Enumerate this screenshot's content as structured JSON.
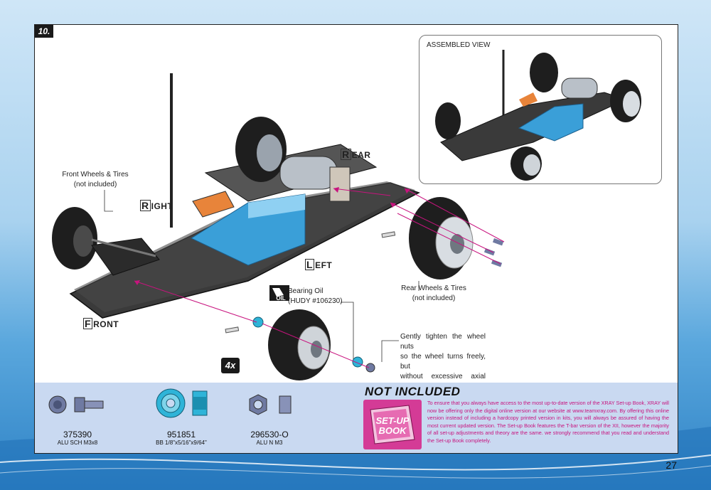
{
  "step": {
    "number": "10."
  },
  "labels": {
    "front_wheels": "Front Wheels & Tires",
    "front_wheels_note": "(not included)",
    "rear_wheels": "Rear Wheels & Tires",
    "rear_wheels_note": "(not included)",
    "bearing_oil": "Bearing Oil",
    "bearing_oil_ref": "(HUDY #106230)",
    "oil_badge": "OIL",
    "wheel_nut_note_1": "Gently tighten the wheel nuts",
    "wheel_nut_note_2": "so the wheel turns freely, but",
    "wheel_nut_note_3": "without excessive axial play.",
    "quantity": "4x"
  },
  "directions": {
    "rear_cap": "R",
    "rear_rest": "EAR",
    "right_cap": "R",
    "right_rest": "IGHT",
    "left_cap": "L",
    "left_rest": "EFT",
    "front_cap": "F",
    "front_rest": "RONT"
  },
  "assembled": {
    "title": "ASSEMBLED VIEW"
  },
  "parts": [
    {
      "code": "375390",
      "desc": "ALU SCH M3x8"
    },
    {
      "code": "951851",
      "desc": "BB 1/8\"x5/16\"x9/64\""
    },
    {
      "code": "296530-O",
      "desc": "ALU N M3"
    }
  ],
  "not_included": {
    "title": "NOT INCLUDED",
    "book_label_1": "SET-UP",
    "book_label_2": "BOOK",
    "text": "To ensure that you always have access to the most up-to-date version of the XRAY Set-up Book, XRAY will now be offering only the digital online version at our website at www.teamxray.com. By offering this online version instead of including a hardcopy printed version in kits, you will always be assured of having the most current updated version. The Set-up Book features the T-bar version of the XII, however the majority of all set-up adjustments and theory are the same. we strongly recommend that you read and understand the Set-up Book completely."
  },
  "page": {
    "number": "27"
  },
  "colors": {
    "accent_magenta": "#c8137e",
    "part_blue": "#2fb4d8",
    "battery_blue": "#3a9fd8",
    "motor_orange": "#e8843a",
    "panel_blue": "#c9d9f1"
  }
}
